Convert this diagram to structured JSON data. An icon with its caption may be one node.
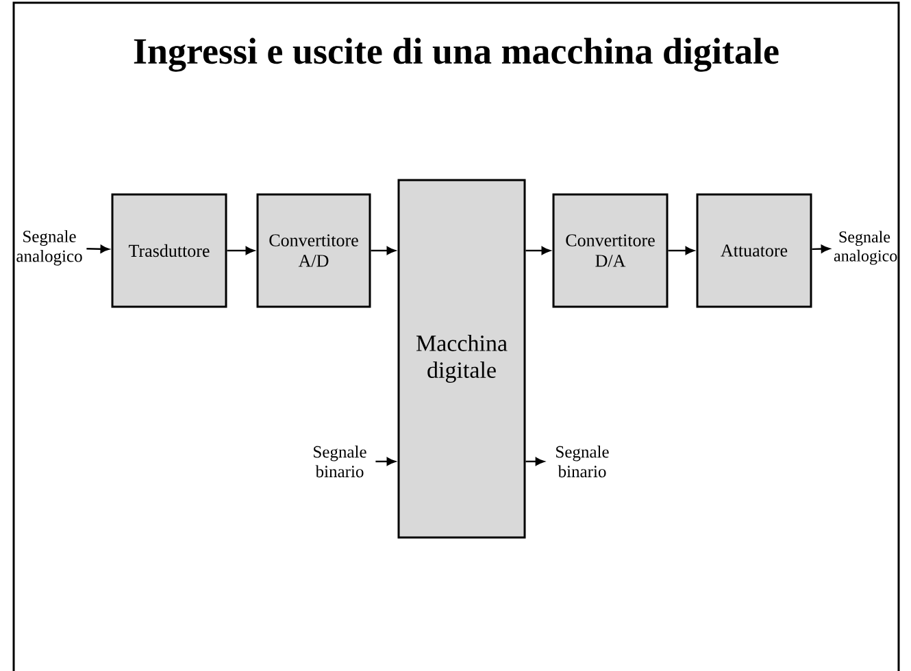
{
  "diagram": {
    "title": "Ingressi e uscite di una macchina digitale",
    "nodes": [
      {
        "text": [
          "Segnale analogico"
        ]
      },
      {
        "text": [
          "Trasduttore"
        ]
      },
      {
        "text": [
          "Convertitore A/D"
        ]
      },
      {
        "text": [
          "Macchina digitale"
        ]
      },
      {
        "text": [
          "Convertitore D/A"
        ]
      },
      {
        "text": [
          "Attuatore"
        ]
      },
      {
        "text": [
          "Segnale analogico"
        ]
      },
      {
        "text": [
          "Segnale binario"
        ]
      },
      {
        "text": [
          "Segnale binario"
        ]
      }
    ],
    "edges": [
      {
        "from": 0,
        "to": 1,
        "arrow": "to"
      },
      {
        "from": 1,
        "to": 2,
        "arrow": "to"
      },
      {
        "from": 2,
        "to": 3,
        "arrow": "to"
      },
      {
        "from": 3,
        "to": 4,
        "arrow": "to"
      },
      {
        "from": 4,
        "to": 5,
        "arrow": "to"
      },
      {
        "from": 5,
        "to": 6,
        "arrow": "to"
      },
      {
        "from": 7,
        "to": 3,
        "arrow": "to"
      },
      {
        "from": 3,
        "to": 8,
        "arrow": "to"
      }
    ]
  }
}
